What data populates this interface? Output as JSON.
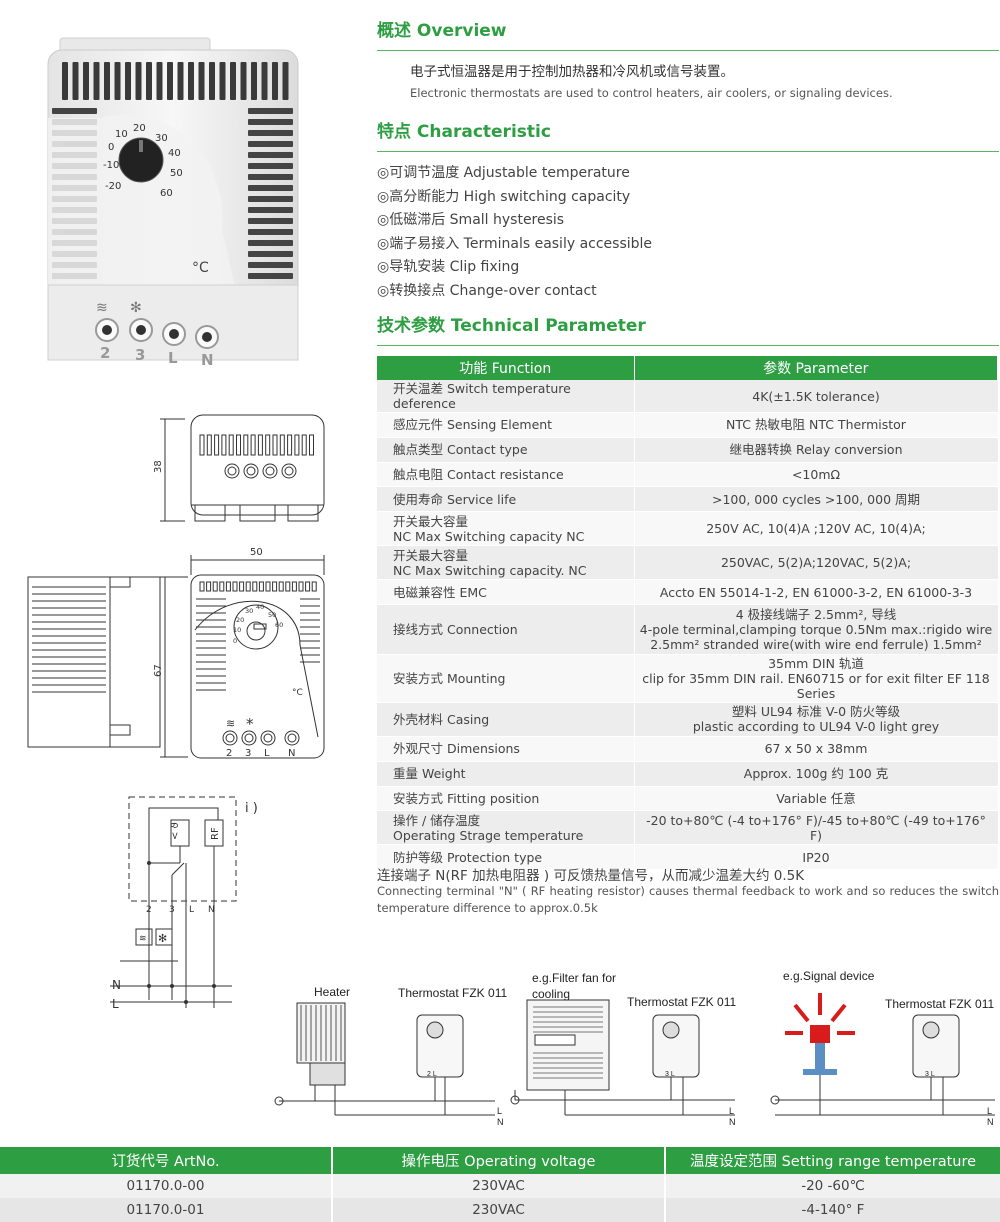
{
  "overview": {
    "title": "概述 Overview",
    "text_cn": "电子式恒温器是用于控制加热器和冷风机或信号装置。",
    "text_en": "Electronic thermostats are used to control heaters, air coolers, or signaling devices."
  },
  "characteristic": {
    "title": "特点 Characteristic",
    "items": [
      "◎可调节温度 Adjustable temperature",
      "◎高分断能力 High switching capacity",
      "◎低磁滞后 Small hysteresis",
      "◎端子易接入 Terminals easily accessible",
      "◎导轨安装 Clip fixing",
      "◎转换接点 Change-over contact"
    ]
  },
  "technical": {
    "title": "技术参数 Technical Parameter",
    "headers": [
      "功能 Function",
      "参数 Parameter"
    ],
    "rows": [
      {
        "k": "开关温差 Switch temperature deference",
        "v": "4K(±1.5K tolerance)"
      },
      {
        "k": "感应元件 Sensing Element",
        "v": "NTC 热敏电阻 NTC Thermistor"
      },
      {
        "k": "触点类型 Contact type",
        "v": "继电器转换 Relay conversion"
      },
      {
        "k": "触点电阻 Contact resistance",
        "v": "<10mΩ"
      },
      {
        "k": "使用寿命 Service life",
        "v": ">100, 000 cycles >100, 000 周期"
      },
      {
        "k1": "开关最大容量",
        "k2": "NC Max Switching capacity NC",
        "v": "250V AC, 10(4)A ;120V AC, 10(4)A;"
      },
      {
        "k1": "开关最大容量",
        "k2": "NC Max Switching capacity. NC",
        "v": "250VAC, 5(2)A;120VAC, 5(2)A;"
      },
      {
        "k": "电磁兼容性 EMC",
        "v": "Accto EN 55014-1-2, EN 61000-3-2, EN 61000-3-3"
      },
      {
        "k": "接线方式 Connection",
        "v1": "4 极接线端子 2.5mm², 导线",
        "v2": "4-pole terminal,clamping torque 0.5Nm max.:rigido wire",
        "v3": "2.5mm² stranded wire(with wire end ferrule) 1.5mm²"
      },
      {
        "k": "安装方式 Mounting",
        "v1": "35mm DIN 轨道",
        "v2": "clip for 35mm DIN rail. EN60715 or for exit filter EF 118 Series"
      },
      {
        "k": "外壳材料 Casing",
        "v1": "塑料 UL94 标准 V-0 防火等级",
        "v2": "plastic according to UL94 V-0 light grey"
      },
      {
        "k": "外观尺寸 Dimensions",
        "v": "67 x 50 x 38mm"
      },
      {
        "k": "重量 Weight",
        "v": "Approx. 100g 约 100 克"
      },
      {
        "k": "安装方式 Fitting position",
        "v": "Variable 任意"
      },
      {
        "k1": "操作 / 储存温度",
        "k2": "Operating Strage temperature",
        "v": "-20 to+80℃ (-4 to+176° F)/-45 to+80℃ (-49 to+176° F)"
      },
      {
        "k": "防护等级 Protection type",
        "v": "IP20"
      }
    ]
  },
  "note": {
    "cn": "连接端子 N(RF 加热电阻器 ) 可反馈热量信号，从而减少温差大约 0.5K",
    "en": "Connecting terminal \"N\" ( RF heating resistor) causes thermal feedback to work and so reduces the switch temperature difference to approx.0.5k"
  },
  "product": {
    "dial_scale": [
      "-20",
      "-10",
      "0",
      "10",
      "20",
      "30",
      "40",
      "50",
      "60"
    ],
    "unit": "°C",
    "terminals": [
      "2",
      "3",
      "L",
      "N"
    ]
  },
  "dimensions": {
    "height_side": "38",
    "width": "50",
    "height_front": "67",
    "drawing_scale": [
      "-20",
      "-10",
      "0",
      "10",
      "20",
      "30",
      "40",
      "50",
      "60"
    ],
    "unit": "°C",
    "terminals": [
      "2",
      "3",
      "L",
      "N"
    ]
  },
  "circuit": {
    "marker": "i )",
    "terminals": [
      "2",
      "3",
      "L",
      "N"
    ],
    "theta_symbol": "< ϑ",
    "rf_label": "RF",
    "lines": [
      "N",
      "L"
    ]
  },
  "wiring": {
    "heater": "Heater",
    "thermostat1": "Thermostat FZK 011",
    "filter_fan": "e.g.Filter fan for",
    "filter_fan2": "cooling",
    "thermostat2": "Thermostat FZK 011",
    "signal": "e.g.Signal device",
    "thermostat3": "Thermostat FZK 011",
    "L": "L",
    "N": "N",
    "t1": "2 L",
    "t2": "3 L",
    "t3": "3 L"
  },
  "order_table": {
    "headers": [
      "订货代号 ArtNo.",
      "操作电压 Operating voltage",
      "温度设定范围 Setting range temperature"
    ],
    "rows": [
      [
        "01170.0-00",
        "230VAC",
        "-20 -60℃"
      ],
      [
        "01170.0-01",
        "230VAC",
        "-4-140° F"
      ]
    ]
  },
  "colors": {
    "accent": "#2e9e43",
    "row_light": "#f8f8f8",
    "row_dark": "#ededed"
  }
}
